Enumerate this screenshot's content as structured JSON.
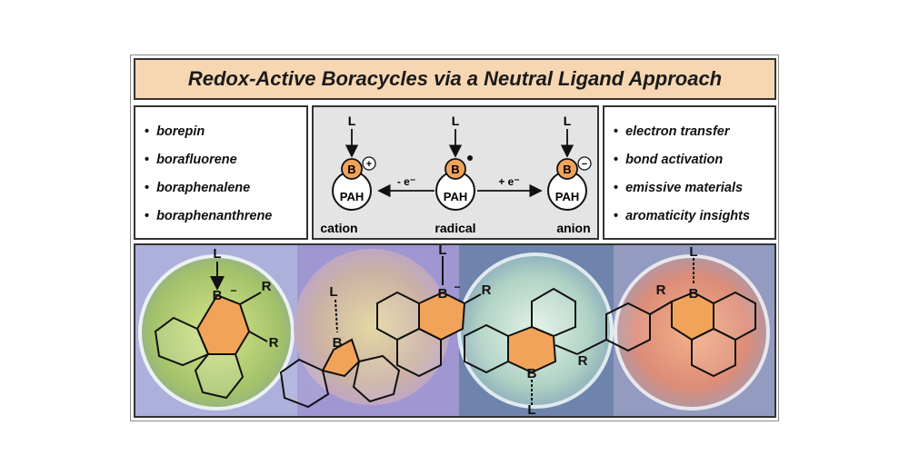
{
  "title": "Redox-Active Boracycles via a Neutral Ligand Approach",
  "left_list": [
    "borepin",
    "borafluorene",
    "boraphenalene",
    "boraphenanthrene"
  ],
  "right_list": [
    "electron transfer",
    "bond activation",
    "emissive materials",
    "aromaticity insights"
  ],
  "scheme": {
    "ligand": "L",
    "boron": "B",
    "pah": "PAH",
    "states": [
      "cation",
      "radical",
      "anion"
    ],
    "arrow_left": "- e⁻",
    "arrow_right": "+ e⁻",
    "plus": "+",
    "minus": "−"
  },
  "structures": {
    "boron": "B",
    "ligand": "L",
    "substituent": "R",
    "charge": "−"
  },
  "colors": {
    "title_bg": "#f6d7b2",
    "boron_orange": "#f2a35a",
    "panel_gray": "#e4e4e4"
  }
}
